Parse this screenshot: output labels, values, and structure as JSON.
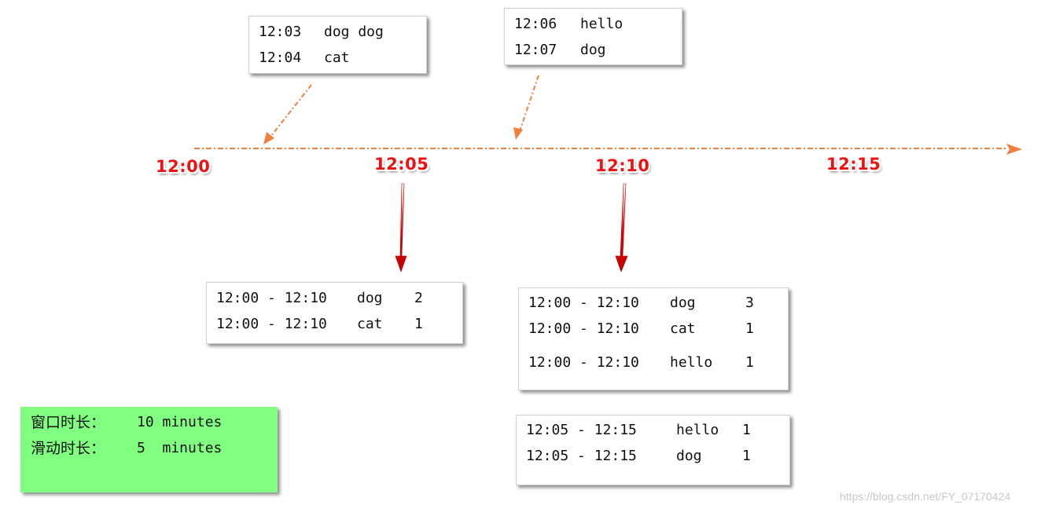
{
  "timeline": {
    "color": "#f08040",
    "ticks": [
      {
        "label": "12:00"
      },
      {
        "label": "12:05"
      },
      {
        "label": "12:10"
      },
      {
        "label": "12:15"
      }
    ]
  },
  "input_batches": [
    {
      "rows": [
        {
          "time": "12:03",
          "words": "dog dog"
        },
        {
          "time": "12:04",
          "words": "cat"
        }
      ]
    },
    {
      "rows": [
        {
          "time": "12:06",
          "words": "hello"
        },
        {
          "time": "12:07",
          "words": "dog"
        }
      ]
    }
  ],
  "result_tables": [
    {
      "rows": [
        {
          "window": "12:00 - 12:10",
          "word": "dog",
          "count": "2"
        },
        {
          "window": "12:00 - 12:10",
          "word": "cat",
          "count": "1"
        }
      ]
    },
    {
      "rows": [
        {
          "window": "12:00 - 12:10",
          "word": "dog",
          "count": "3"
        },
        {
          "window": "12:00 - 12:10",
          "word": "cat",
          "count": "1"
        },
        {
          "window": "12:00 - 12:10",
          "word": "hello",
          "count": "1"
        }
      ]
    },
    {
      "rows": [
        {
          "window": "12:05 - 12:15",
          "word": "hello",
          "count": "1"
        },
        {
          "window": "12:05 - 12:15",
          "word": "dog",
          "count": "1"
        }
      ]
    }
  ],
  "settings": {
    "background_color": "#80ff80",
    "rows": [
      {
        "label": "窗口时长：",
        "value": "10 minutes"
      },
      {
        "label": "滑动时长：",
        "value": "5  minutes"
      }
    ]
  },
  "colors": {
    "tick_label": "#ee1111",
    "result_arrow": "#e00000",
    "input_arrow": "#f08040"
  },
  "watermark": "https://blog.csdn.net/FY_07170424"
}
